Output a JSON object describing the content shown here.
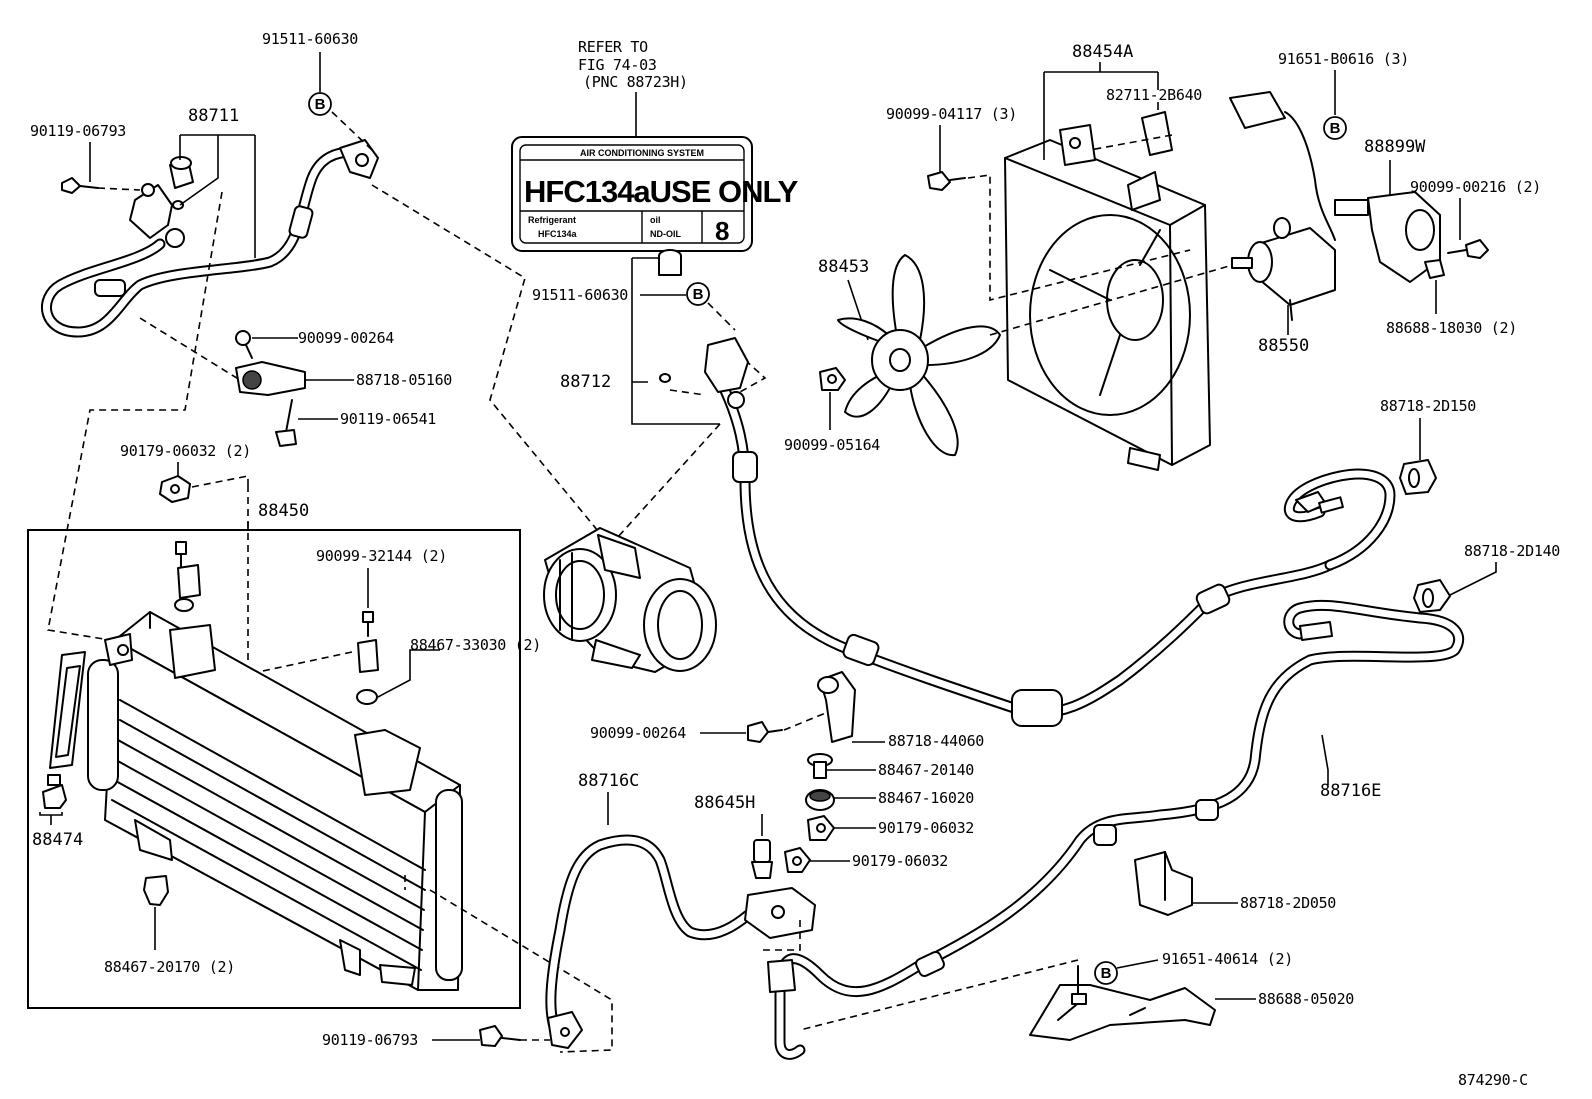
{
  "diagram_code": "874290-C",
  "note": {
    "line1": "REFER TO",
    "line2": "FIG 74-03",
    "line3": "(PNC 88723H)"
  },
  "sticker": {
    "header": "AIR CONDITIONING SYSTEM",
    "main": "HFC134aUSE ONLY",
    "refrigerant_label": "Refrigerant",
    "refrigerant_value": "HFC134a",
    "oil_label": "oil",
    "oil_value": "ND-OIL",
    "oil_number": "8"
  },
  "ref_marker": "B",
  "parts": {
    "p1": "91511-60630",
    "p2": "88711",
    "p3": "90119-06793",
    "p4": "90099-00264",
    "p5": "88718-05160",
    "p6": "90119-06541",
    "p7": "90179-06032 (2)",
    "p8": "88450",
    "p9": "90099-32144 (2)",
    "p10": "88467-33030 (2)",
    "p11": "88474",
    "p12": "88467-20170 (2)",
    "p13": "90119-06793",
    "p14": "91511-60630",
    "p15": "88712",
    "p16": "88454A",
    "p17": "82711-2B640",
    "p18": "90099-04117 (3)",
    "p19": "91651-B0616 (3)",
    "p20": "88899W",
    "p21": "90099-00216 (2)",
    "p22": "88453",
    "p23": "90099-05164",
    "p24": "88550",
    "p25": "88688-18030 (2)",
    "p26": "88718-2D150",
    "p27": "88718-2D140",
    "p28": "90099-00264",
    "p29": "88718-44060",
    "p30": "88467-20140",
    "p31": "88467-16020",
    "p32": "90179-06032",
    "p33": "88716C",
    "p34": "88645H",
    "p35": "90179-06032",
    "p36": "88716E",
    "p37": "88718-2D050",
    "p38": "91651-40614 (2)",
    "p39": "88688-05020"
  }
}
